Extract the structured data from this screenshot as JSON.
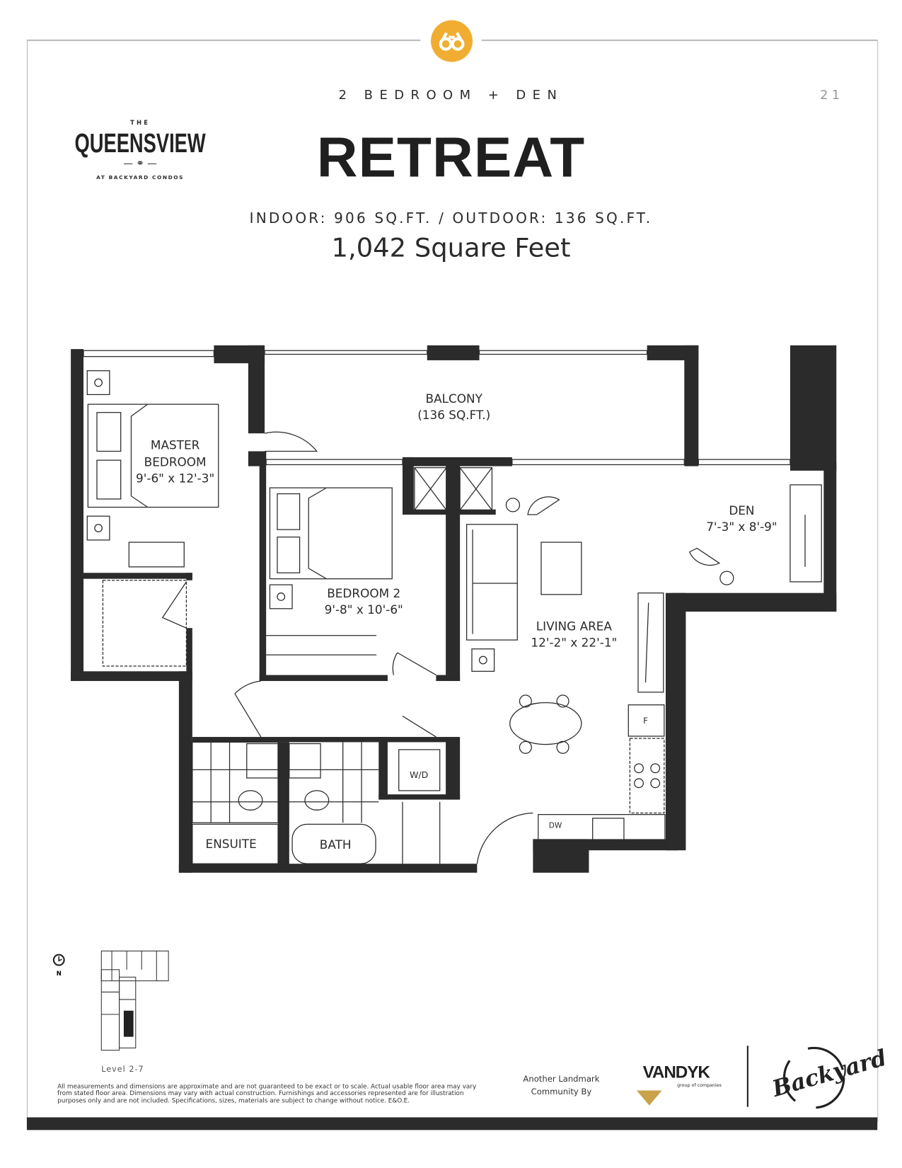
{
  "header": {
    "unit_type": "2 BEDROOM + DEN",
    "page_number": "21",
    "suite_name": "RETREAT",
    "area_breakdown": "INDOOR: 906 SQ.FT. / OUTDOOR: 136 SQ.FT.",
    "total_area": "1,042 Square Feet"
  },
  "logo": {
    "the": "THE",
    "name": "QUEENSVIEW",
    "tagline": "AT BACKYARD CONDOS"
  },
  "emblem": {
    "icon": "binoculars-icon",
    "color": "#f1ad31"
  },
  "rooms": {
    "balcony": {
      "name": "BALCONY",
      "size": "(136 SQ.FT.)"
    },
    "master": {
      "name_line1": "MASTER",
      "name_line2": "BEDROOM",
      "size": "9'-6\" x 12'-3\""
    },
    "bedroom2": {
      "name": "BEDROOM 2",
      "size": "9'-8\" x 10'-6\""
    },
    "den": {
      "name": "DEN",
      "size": "7'-3\" x 8'-9\""
    },
    "living": {
      "name": "LIVING AREA",
      "size": "12'-2\" x 22'-1\""
    },
    "ensuite": "ENSUITE",
    "bath": "BATH",
    "laundry": "W/D",
    "fridge": "F",
    "dishwasher": "DW"
  },
  "keyplan": {
    "north": "N",
    "level": "Level 2-7"
  },
  "footer": {
    "disclaimer": "All measurements and dimensions are approximate and are not guaranteed to be exact or to scale. Actual usable floor area may vary from stated floor area. Dimensions may vary with actual construction. Furnishings and accessories represented are for illustration purposes only and are not included. Specifications, sizes, materials are subject to change without notice. E&O.E.",
    "another_line1": "Another Landmark",
    "another_line2": "Community By",
    "developer": "VANDYK",
    "developer_sub": "group of companies",
    "brand": "Backyard"
  },
  "colors": {
    "wall": "#2b2b2b",
    "accent": "#f1ad31"
  }
}
